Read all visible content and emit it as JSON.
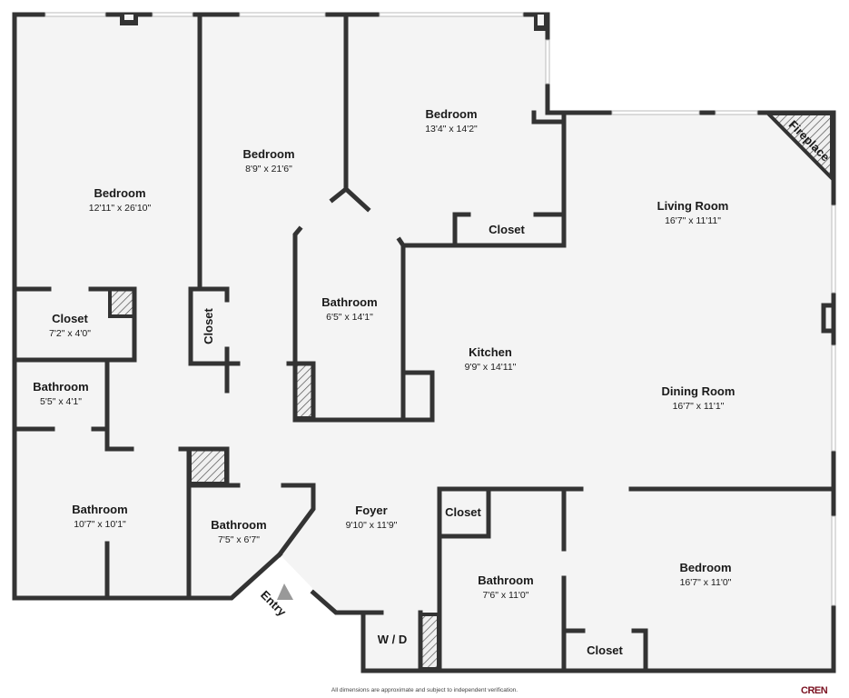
{
  "rooms": {
    "bedroom_1": {
      "name": "Bedroom",
      "dim": "12'11\" x 26'10\""
    },
    "bedroom_2": {
      "name": "Bedroom",
      "dim": "8'9\" x 21'6\""
    },
    "bedroom_3": {
      "name": "Bedroom",
      "dim": "13'4\" x 14'2\""
    },
    "living_room": {
      "name": "Living Room",
      "dim": "16'7\" x 11'11\""
    },
    "closet_1": {
      "name": "Closet",
      "dim": "7'2\" x 4'0\""
    },
    "closet_2": {
      "name": "Closet"
    },
    "closet_3": {
      "name": "Closet"
    },
    "bathroom_1": {
      "name": "Bathroom",
      "dim": "6'5\" x 14'1\""
    },
    "kitchen": {
      "name": "Kitchen",
      "dim": "9'9\" x 14'11\""
    },
    "bathroom_2": {
      "name": "Bathroom",
      "dim": "5'5\" x 4'1\""
    },
    "dining_room": {
      "name": "Dining Room",
      "dim": "16'7\" x 11'1\""
    },
    "bathroom_3": {
      "name": "Bathroom",
      "dim": "10'7\" x 10'1\""
    },
    "bathroom_4": {
      "name": "Bathroom",
      "dim": "7'5\" x 6'7\""
    },
    "foyer": {
      "name": "Foyer",
      "dim": "9'10\" x 11'9\""
    },
    "closet_4": {
      "name": "Closet"
    },
    "bathroom_5": {
      "name": "Bathroom",
      "dim": "7'6\" x 11'0\""
    },
    "bedroom_4": {
      "name": "Bedroom",
      "dim": "16'7\" x 11'0\""
    },
    "wd": {
      "name": "W / D"
    },
    "closet_5": {
      "name": "Closet"
    }
  },
  "labels": {
    "fireplace": "Fireplace",
    "entry": "Entry"
  },
  "footer": {
    "disclaimer": "All dimensions are approximate and subject to independent verification.",
    "logo": "CREN"
  },
  "colors": {
    "wall": "#333333",
    "floor": "#f4f4f4",
    "hatch": "#555555",
    "logo": "#7a1020"
  }
}
